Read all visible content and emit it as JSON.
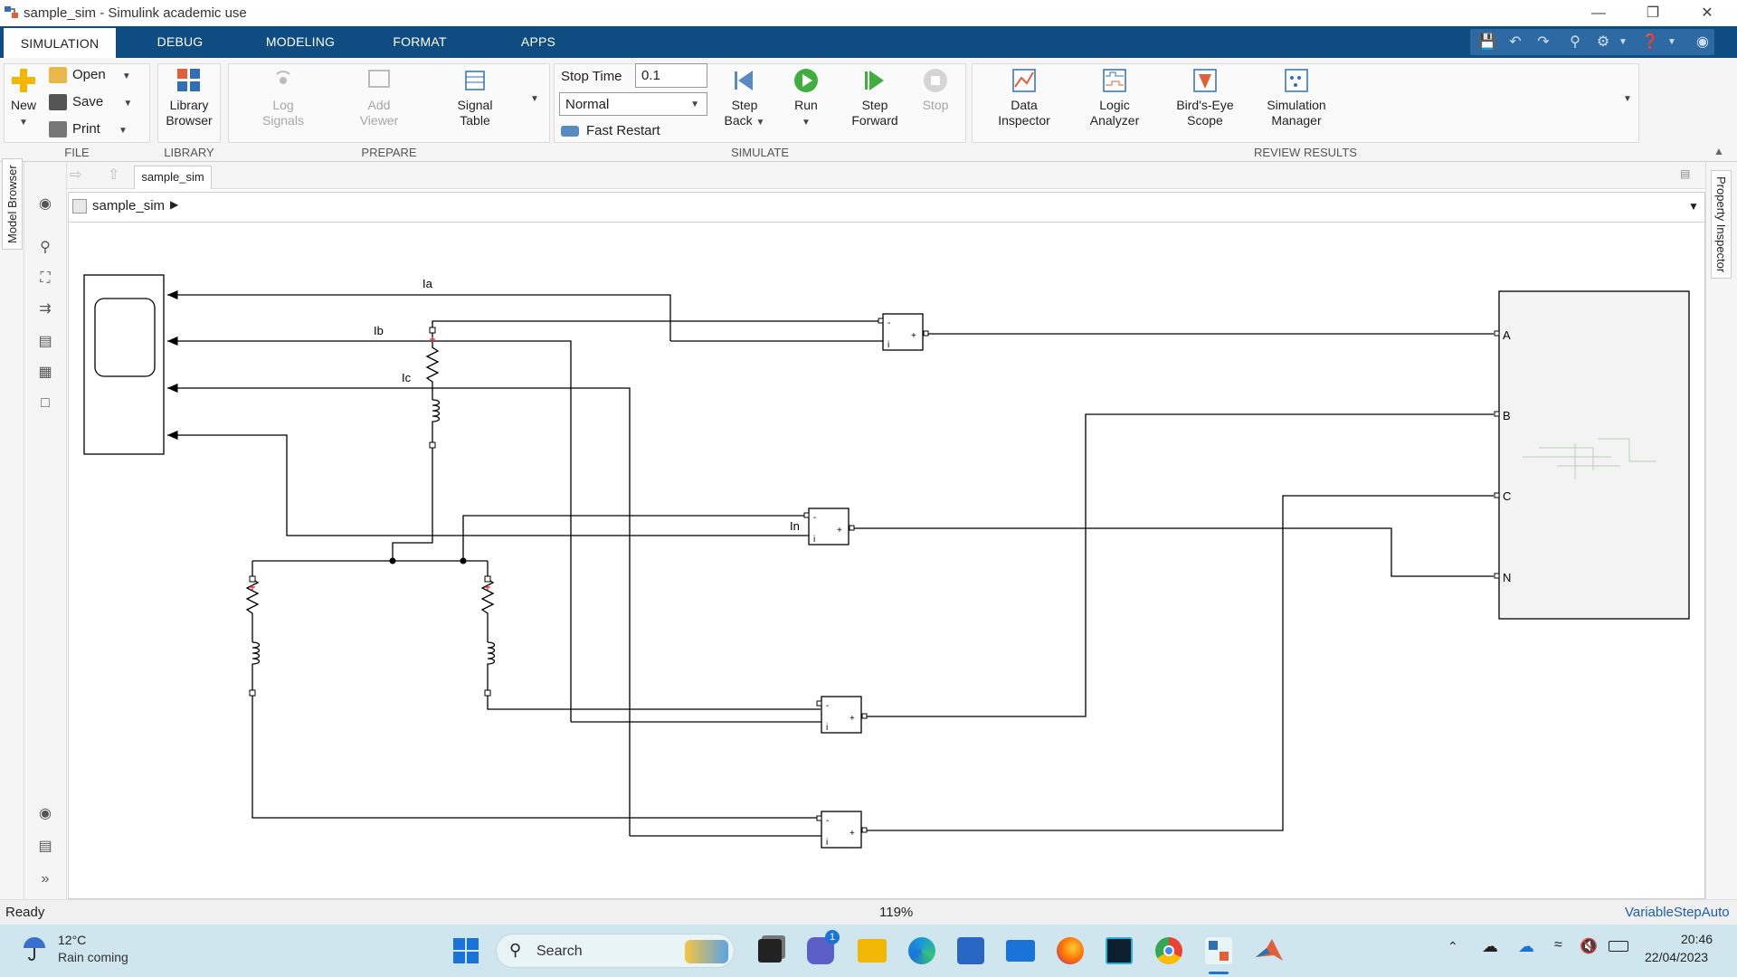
{
  "window": {
    "title": "sample_sim - Simulink academic use"
  },
  "tabs": [
    "SIMULATION",
    "DEBUG",
    "MODELING",
    "FORMAT",
    "APPS"
  ],
  "ribbon": {
    "file": {
      "new": "New",
      "open": "Open",
      "save": "Save",
      "print": "Print",
      "label": "FILE"
    },
    "library": {
      "browser_line1": "Library",
      "browser_line2": "Browser",
      "label": "LIBRARY"
    },
    "prepare": {
      "log_line1": "Log",
      "log_line2": "Signals",
      "add_line1": "Add",
      "add_line2": "Viewer",
      "table_line1": "Signal",
      "table_line2": "Table",
      "label": "PREPARE"
    },
    "simulate": {
      "stop_time_label": "Stop Time",
      "stop_time_value": "0.1",
      "mode_value": "Normal",
      "fast_restart": "Fast Restart",
      "step_back_line1": "Step",
      "step_back_line2": "Back",
      "run": "Run",
      "step_fwd_line1": "Step",
      "step_fwd_line2": "Forward",
      "stop": "Stop",
      "label": "SIMULATE"
    },
    "review": {
      "di_line1": "Data",
      "di_line2": "Inspector",
      "la_line1": "Logic",
      "la_line2": "Analyzer",
      "be_line1": "Bird's-Eye",
      "be_line2": "Scope",
      "sm_line1": "Simulation",
      "sm_line2": "Manager",
      "label": "REVIEW RESULTS"
    }
  },
  "side": {
    "model_browser": "Model Browser",
    "property_inspector": "Property Inspector"
  },
  "document": {
    "tab": "sample_sim",
    "breadcrumb": "sample_sim"
  },
  "diagram": {
    "signals": {
      "ia": "Ia",
      "ib": "Ib",
      "ic": "Ic",
      "in": "In"
    },
    "ports": {
      "a": "A",
      "b": "B",
      "c": "C",
      "n": "N"
    },
    "sensor": {
      "minus": "-",
      "plus": "+",
      "i": "i"
    }
  },
  "status": {
    "state": "Ready",
    "zoom": "119%",
    "solver": "VariableStepAuto"
  },
  "taskbar": {
    "weather_temp": "12°C",
    "weather_text": "Rain coming",
    "search": "Search",
    "teams_badge": "1",
    "time": "20:46",
    "date": "22/04/2023"
  }
}
